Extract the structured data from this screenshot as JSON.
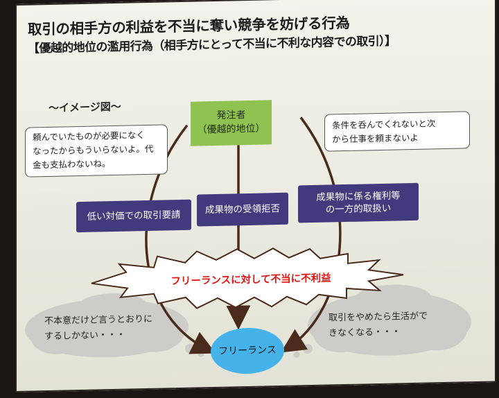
{
  "slide": {
    "title": "取引の相手方の利益を不当に奪い競争を妨げる行為",
    "subtitle": "【優越的地位の濫用行為（相手方にとって不当に不利な内容での取引）】",
    "image_label": "～イメージ図～"
  },
  "client": {
    "line1": "発注者",
    "line2": "（優越的地位）"
  },
  "acts": [
    {
      "label": "低い対価での取引要請"
    },
    {
      "label": "成果物の受領拒否"
    },
    {
      "label_line1": "成果物に係る権利等",
      "label_line2": "の一方的取扱い"
    }
  ],
  "speech_left": {
    "line1": "頼んでいたものが必要になく",
    "line2": "なったからもういらないよ。代",
    "line3": "金も支払わないね。"
  },
  "speech_right": {
    "line1": "条件を呑んでくれないと次",
    "line2": "から仕事を頼まないよ"
  },
  "burst": "フリーランスに対して不当に不利益",
  "freelancer": "フリーランス",
  "cloud_left": {
    "line1": "不本意だけど言うとおりに",
    "line2": "するしかない・・・"
  },
  "cloud_right": {
    "line1": "取引をやめたら生活がで",
    "line2": "きなくなる・・・"
  },
  "colors": {
    "client_box": "#8fc250",
    "act_box": "#433a7e",
    "burst_text": "#e01616",
    "freelancer_circle": "#45b3ea",
    "arrows": "#4a2a1a"
  }
}
